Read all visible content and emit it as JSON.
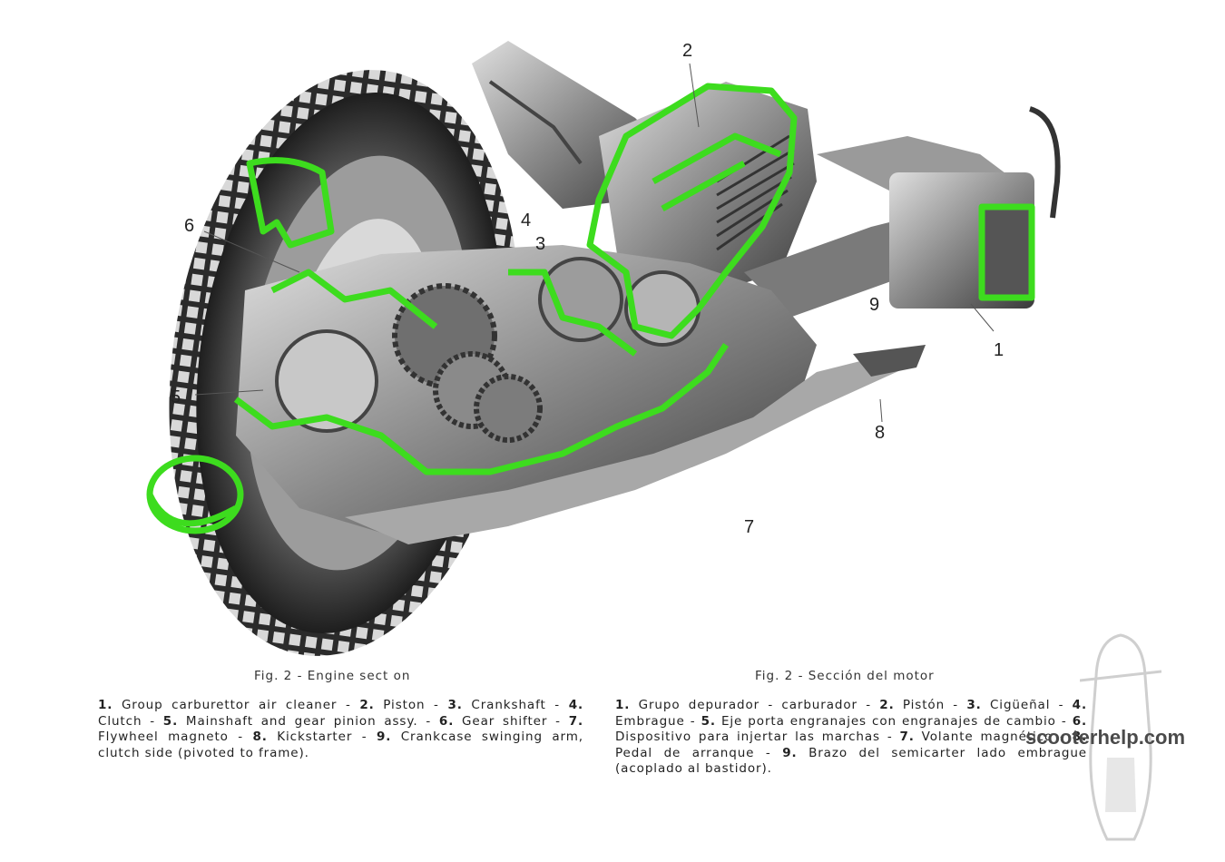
{
  "figure": {
    "callouts": [
      "1",
      "2",
      "3",
      "4",
      "5",
      "6",
      "7",
      "8",
      "9"
    ],
    "colors": {
      "cutaway": "#3ddc1e",
      "metal": "#8a8a8a",
      "tyre": "#2a2a2a"
    }
  },
  "caption_en": "Fig. 2 - Engine sect on",
  "caption_es": "Fig. 2 - Sección del motor",
  "legend_en": [
    {
      "n": "1.",
      "t": " Group carburettor air cleaner - "
    },
    {
      "n": "2.",
      "t": " Piston - "
    },
    {
      "n": "3.",
      "t": " Crankshaft - "
    },
    {
      "n": "4.",
      "t": " Clutch - "
    },
    {
      "n": "5.",
      "t": " Mainshaft and gear pinion assy. - "
    },
    {
      "n": "6.",
      "t": " Gear shifter - "
    },
    {
      "n": "7.",
      "t": " Flywheel magneto - "
    },
    {
      "n": "8.",
      "t": " Kickstarter - "
    },
    {
      "n": "9.",
      "t": " Crankcase swinging arm, clutch side (pivoted to frame)."
    }
  ],
  "legend_es": [
    {
      "n": "1.",
      "t": " Grupo depurador - carburador - "
    },
    {
      "n": "2.",
      "t": " Pistón - "
    },
    {
      "n": "3.",
      "t": " Cigüeñal - "
    },
    {
      "n": "4.",
      "t": " Embrague - "
    },
    {
      "n": "5.",
      "t": " Eje porta engranajes con engranajes de cambio - "
    },
    {
      "n": "6.",
      "t": " Dispositivo para injertar las marchas - "
    },
    {
      "n": "7.",
      "t": " Volante magnético - "
    },
    {
      "n": "8.",
      "t": " Pedal de arranque - "
    },
    {
      "n": "9.",
      "t": " Brazo del semicarter lado embrague (acoplado al bastidor)."
    }
  ],
  "watermark": {
    "text": "scooterhelp.com"
  }
}
